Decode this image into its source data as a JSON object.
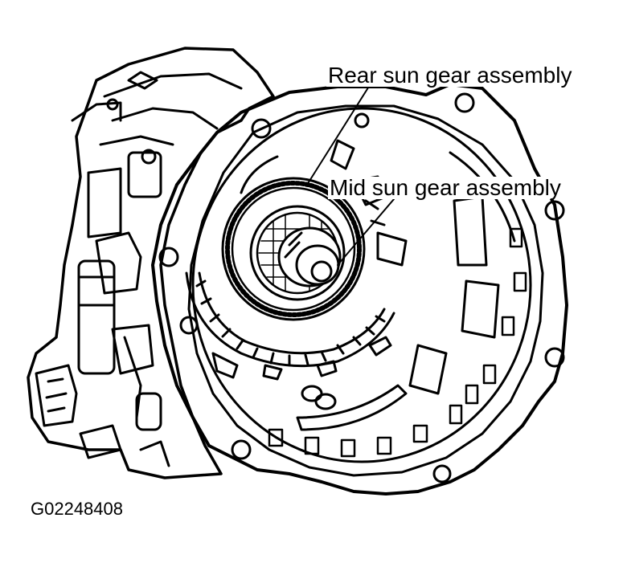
{
  "labels": {
    "rear_sun_gear": "Rear sun gear assembly",
    "mid_sun_gear": "Mid sun gear assembly"
  },
  "figure_id": "G02248408",
  "colors": {
    "line": "#000000",
    "background": "#ffffff"
  }
}
